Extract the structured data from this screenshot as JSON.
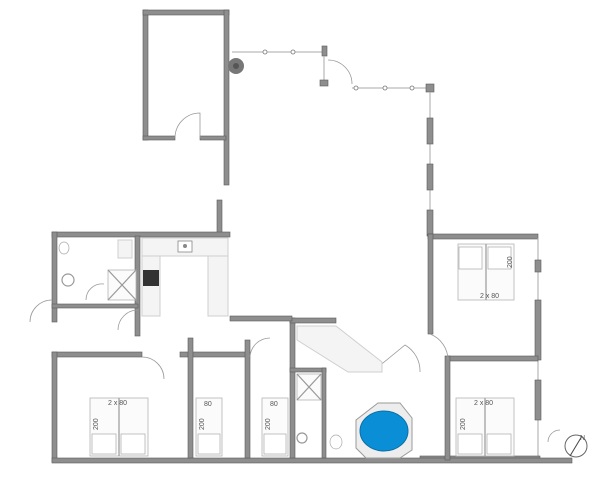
{
  "bed_labels": {
    "top_right_double": "2 x 80",
    "top_right_length": "200",
    "left_double": "2 x 80",
    "left_length": "200",
    "room2_single": "80",
    "room2_length": "200",
    "room3_single": "80",
    "room3_length": "200",
    "right_double": "2 x 80",
    "right_length": "200"
  },
  "compass": {
    "label": "N"
  },
  "colors": {
    "wall": "#8e8e8e",
    "pool": "#0a8fd6",
    "stove": "#333333"
  }
}
